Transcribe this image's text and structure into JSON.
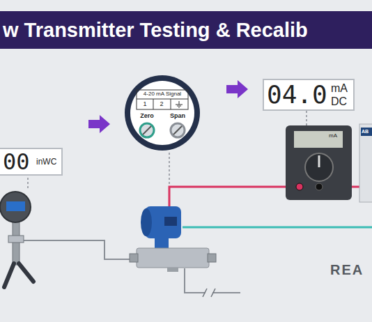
{
  "diagram": {
    "title": "w Transmitter Testing & Recalib",
    "nodes": [
      {
        "text": [
          "4-20 mA Signal",
          "1",
          "2",
          "Zero",
          "Span"
        ]
      },
      {
        "text": [
          "04.0",
          "mA",
          "DC"
        ]
      },
      {
        "text": [
          "00",
          "inWC"
        ]
      },
      {
        "text": [
          "mA"
        ]
      }
    ],
    "edges": [
      {
        "from": 1,
        "to": 3,
        "arrow": "none"
      }
    ],
    "labels": [
      "AB",
      "REA"
    ]
  }
}
